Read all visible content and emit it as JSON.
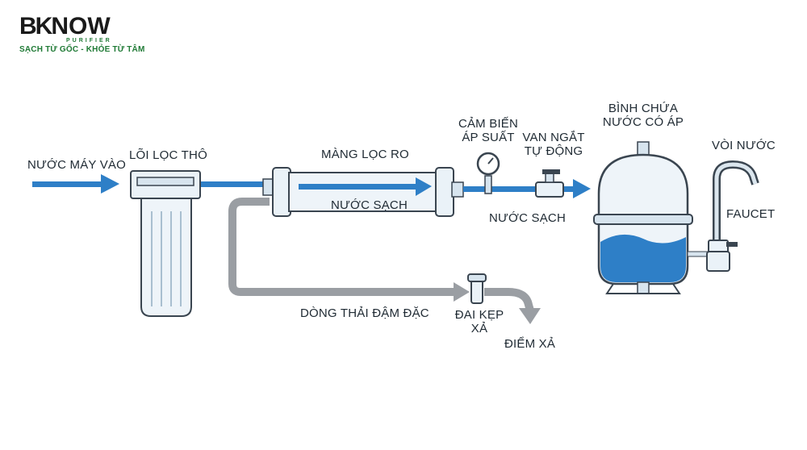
{
  "brand": {
    "name_bk": "BK",
    "name_now": "NOW",
    "sub": "PURIFIER",
    "tagline": "SẠCH TỪ GỐC - KHỎE TỪ TÂM",
    "color": "#1f7a35"
  },
  "labels": {
    "tap_water_in": "NƯỚC MÁY VÀO",
    "sediment_filter": "LÕI LỌC THÔ",
    "ro_membrane": "MÀNG LỌC RO",
    "clean_water_1": "NƯỚC SẠCH",
    "pressure_sensor_line1": "CẢM BIẾN",
    "pressure_sensor_line2": "ÁP SUẤT",
    "auto_valve_line1": "VAN NGẮT",
    "auto_valve_line2": "TỰ ĐỘNG",
    "clean_water_2": "NƯỚC SẠCH",
    "tank_line1": "BÌNH CHỨA",
    "tank_line2": "NƯỚC CÓ ÁP",
    "faucet_vn": "VÒI NƯỚC",
    "faucet_en": "FAUCET",
    "waste_stream": "DÒNG THẢI ĐẬM ĐẶC",
    "drain_clamp_line1": "ĐAI KẸP",
    "drain_clamp_line2": "XẢ",
    "drain_point": "ĐIỂM XẢ"
  },
  "colors": {
    "water": "#2e7fc7",
    "waste": "#9a9ea3",
    "outline": "#3a4550",
    "housing": "#eaf2f8"
  }
}
